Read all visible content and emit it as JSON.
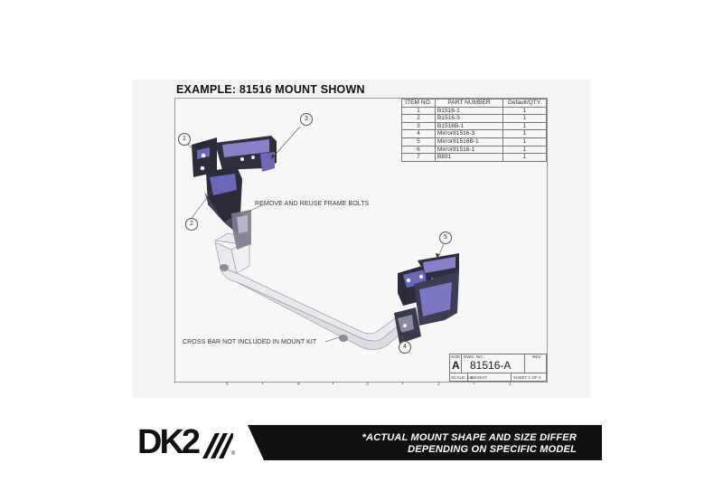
{
  "drawing": {
    "title": "EXAMPLE: 81516 MOUNT SHOWN",
    "bom": {
      "headers": [
        "ITEM NO.",
        "PART NUMBER",
        "Default/QTY."
      ],
      "rows": [
        [
          "1",
          "B1516-1",
          "1"
        ],
        [
          "2",
          "B1516-3",
          "1"
        ],
        [
          "3",
          "B1516B-1",
          "1"
        ],
        [
          "4",
          "Mirror81516-3",
          "1"
        ],
        [
          "5",
          "Mirror81516B-1",
          "1"
        ],
        [
          "6",
          "Mirror81516-1",
          "1"
        ],
        [
          "7",
          "B891",
          "1"
        ]
      ]
    },
    "callouts": [
      "1",
      "2",
      "3",
      "4",
      "5"
    ],
    "notes": {
      "frame_bolts": "REMOVE AND REUSE FRAME BOLTS",
      "cross_bar": "CROSS BAR NOT INCLUDED IN MOUNT KIT"
    },
    "title_block": {
      "size_label": "SIZE",
      "size_value": "A",
      "dwg_label": "DWG. NO.",
      "dwg_value": "81516-A",
      "rev_label": "REV",
      "scale": "SCALE: 1:1",
      "weight": "WEIGHT:",
      "sheet": "SHEET 1 OF 2"
    },
    "zone_labels": [
      "5",
      "4",
      "3",
      "2",
      "1"
    ],
    "colors": {
      "part": "#2b2b3a",
      "part_highlight": "#6b68b8",
      "crossbar": "#e6e6ec",
      "frame": "#9a9a9a"
    }
  },
  "banner": {
    "logo_text": "DK2",
    "logo_mark": "®",
    "disclaimer_line1": "*ACTUAL MOUNT SHAPE AND SIZE DIFFER",
    "disclaimer_line2": "DEPENDING ON SPECIFIC MODEL",
    "colors": {
      "bar": "#111111",
      "text": "#ffffff"
    }
  }
}
